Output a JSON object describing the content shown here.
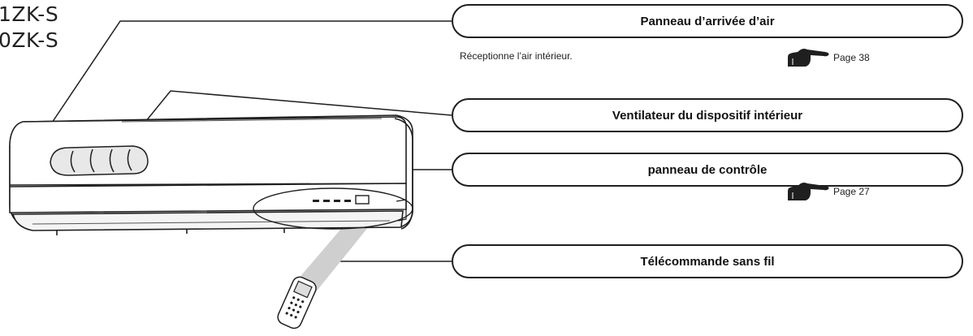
{
  "models": [
    "1ZK-S",
    "0ZK-S"
  ],
  "labels": [
    {
      "id": "air-inlet",
      "title": "Panneau d’arrivée d’air",
      "description": "Réceptionne l’air intérieur.",
      "page_ref": "Page 38"
    },
    {
      "id": "indoor-fan",
      "title": "Ventilateur du dispositif intérieur"
    },
    {
      "id": "control-panel",
      "title": "panneau de contrôle",
      "page_ref": "Page 27"
    },
    {
      "id": "remote",
      "title": "Télécommande sans fil"
    }
  ],
  "icons": {
    "pointer": "pointing-hand-icon"
  }
}
